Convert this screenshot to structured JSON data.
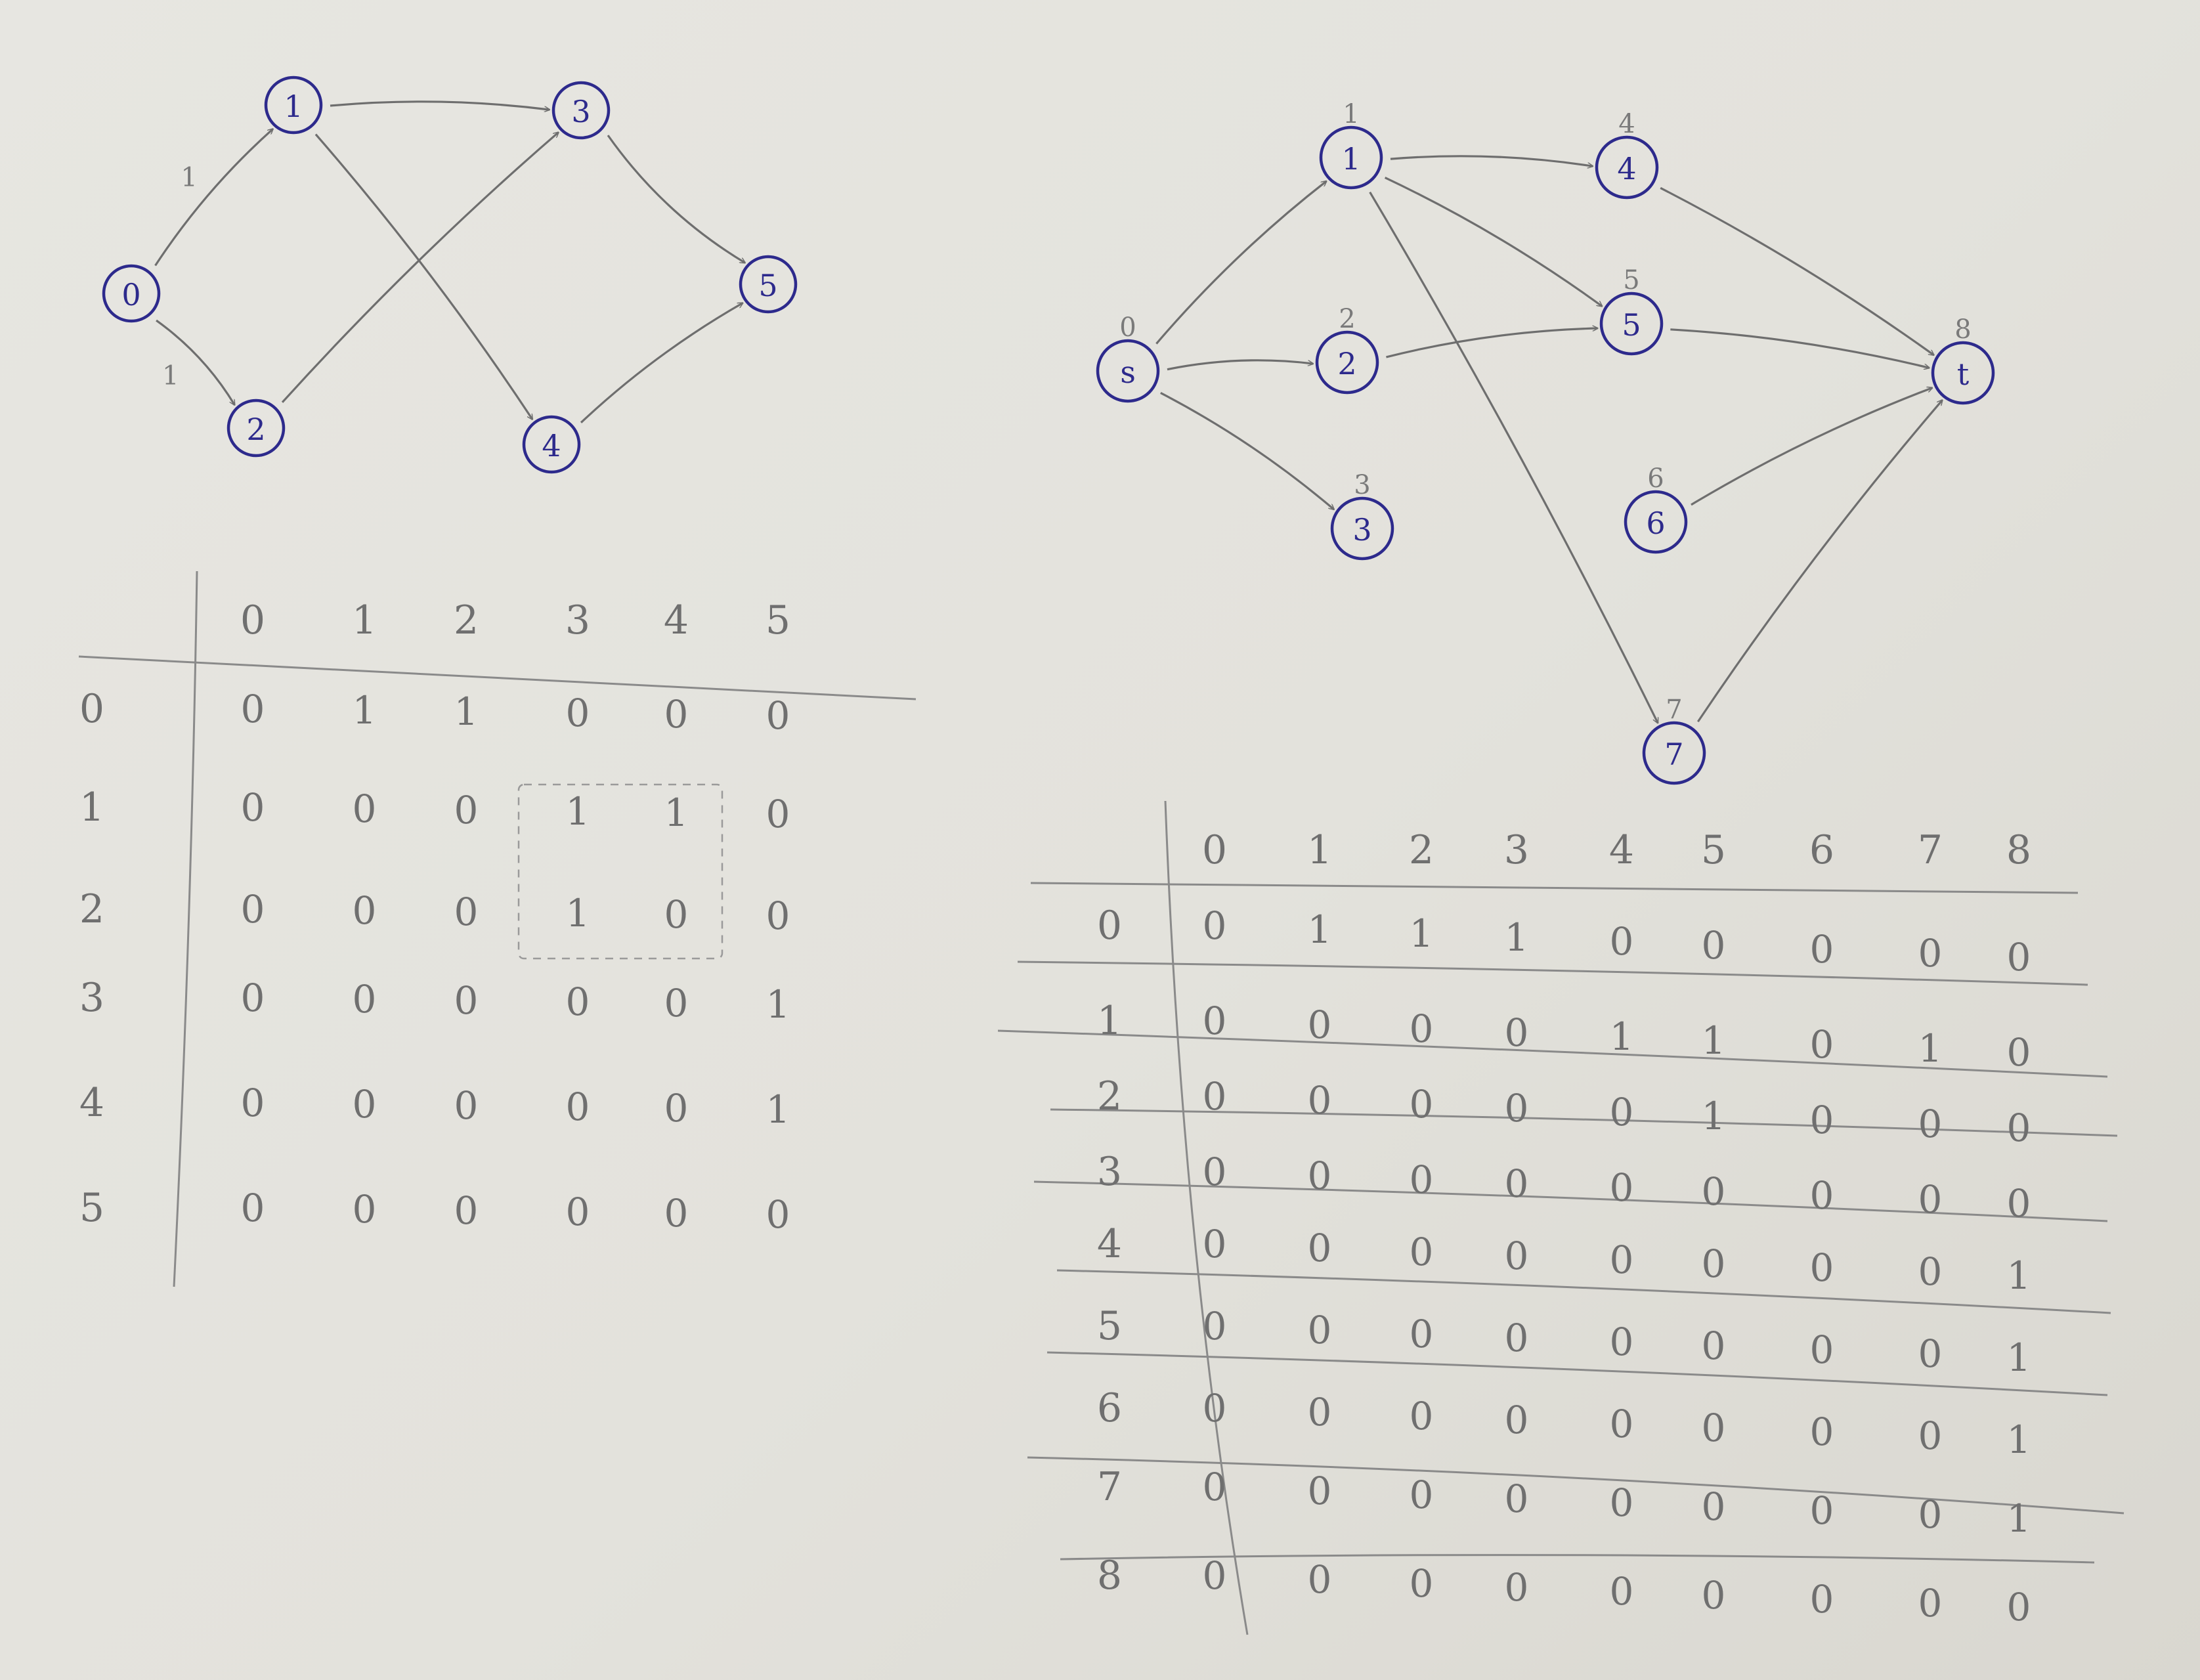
{
  "graphs": [
    {
      "id": "left",
      "nodes": [
        {
          "label": "0"
        },
        {
          "label": "1"
        },
        {
          "label": "2"
        },
        {
          "label": "3"
        },
        {
          "label": "4"
        },
        {
          "label": "5"
        }
      ],
      "edges": [
        {
          "from": 0,
          "to": 1,
          "weight": "1"
        },
        {
          "from": 0,
          "to": 2,
          "weight": "1"
        },
        {
          "from": 1,
          "to": 3,
          "weight": ""
        },
        {
          "from": 1,
          "to": 4,
          "weight": ""
        },
        {
          "from": 2,
          "to": 3,
          "weight": ""
        },
        {
          "from": 3,
          "to": 5,
          "weight": ""
        },
        {
          "from": 4,
          "to": 5,
          "weight": ""
        }
      ]
    },
    {
      "id": "right",
      "nodes": [
        {
          "label": "s",
          "index": "0"
        },
        {
          "label": "1",
          "index": "1"
        },
        {
          "label": "2",
          "index": "2"
        },
        {
          "label": "3",
          "index": "3"
        },
        {
          "label": "4",
          "index": "4"
        },
        {
          "label": "5",
          "index": "5"
        },
        {
          "label": "6",
          "index": "6"
        },
        {
          "label": "7",
          "index": "7"
        },
        {
          "label": "t",
          "index": "8"
        }
      ],
      "edges": [
        {
          "from": 0,
          "to": 1
        },
        {
          "from": 0,
          "to": 2
        },
        {
          "from": 0,
          "to": 3
        },
        {
          "from": 1,
          "to": 4
        },
        {
          "from": 1,
          "to": 5
        },
        {
          "from": 1,
          "to": 7
        },
        {
          "from": 2,
          "to": 5
        },
        {
          "from": 4,
          "to": 8
        },
        {
          "from": 5,
          "to": 8
        },
        {
          "from": 6,
          "to": 8
        },
        {
          "from": 7,
          "to": 8
        }
      ]
    }
  ],
  "matrices": [
    {
      "id": "left",
      "col_headers": [
        "0",
        "1",
        "2",
        "3",
        "4",
        "5"
      ],
      "row_headers": [
        "0",
        "1",
        "2",
        "3",
        "4",
        "5"
      ],
      "rows": [
        [
          "0",
          "1",
          "1",
          "0",
          "0",
          "0"
        ],
        [
          "0",
          "0",
          "0",
          "1",
          "1",
          "0"
        ],
        [
          "0",
          "0",
          "0",
          "1",
          "0",
          "0"
        ],
        [
          "0",
          "0",
          "0",
          "0",
          "0",
          "1"
        ],
        [
          "0",
          "0",
          "0",
          "0",
          "0",
          "1"
        ],
        [
          "0",
          "0",
          "0",
          "0",
          "0",
          "0"
        ]
      ]
    },
    {
      "id": "right",
      "col_headers": [
        "0",
        "1",
        "2",
        "3",
        "4",
        "5",
        "6",
        "7",
        "8"
      ],
      "row_headers": [
        "0",
        "1",
        "2",
        "3",
        "4",
        "5",
        "6",
        "7",
        "8"
      ],
      "rows": [
        [
          "0",
          "1",
          "1",
          "1",
          "0",
          "0",
          "0",
          "0",
          "0"
        ],
        [
          "0",
          "0",
          "0",
          "0",
          "1",
          "1",
          "0",
          "1",
          "0"
        ],
        [
          "0",
          "0",
          "0",
          "0",
          "0",
          "1",
          "0",
          "0",
          "0"
        ],
        [
          "0",
          "0",
          "0",
          "0",
          "0",
          "0",
          "0",
          "0",
          "0"
        ],
        [
          "0",
          "0",
          "0",
          "0",
          "0",
          "0",
          "0",
          "0",
          "1"
        ],
        [
          "0",
          "0",
          "0",
          "0",
          "0",
          "0",
          "0",
          "0",
          "1"
        ],
        [
          "0",
          "0",
          "0",
          "0",
          "0",
          "0",
          "0",
          "0",
          "1"
        ],
        [
          "0",
          "0",
          "0",
          "0",
          "0",
          "0",
          "0",
          "0",
          "1"
        ],
        [
          "0",
          "0",
          "0",
          "0",
          "0",
          "0",
          "0",
          "0",
          "0"
        ]
      ]
    }
  ],
  "colors": {
    "ink_blue": "#2d2a8c",
    "pencil": "#6f6f6f",
    "paper": "#e5e4df"
  }
}
